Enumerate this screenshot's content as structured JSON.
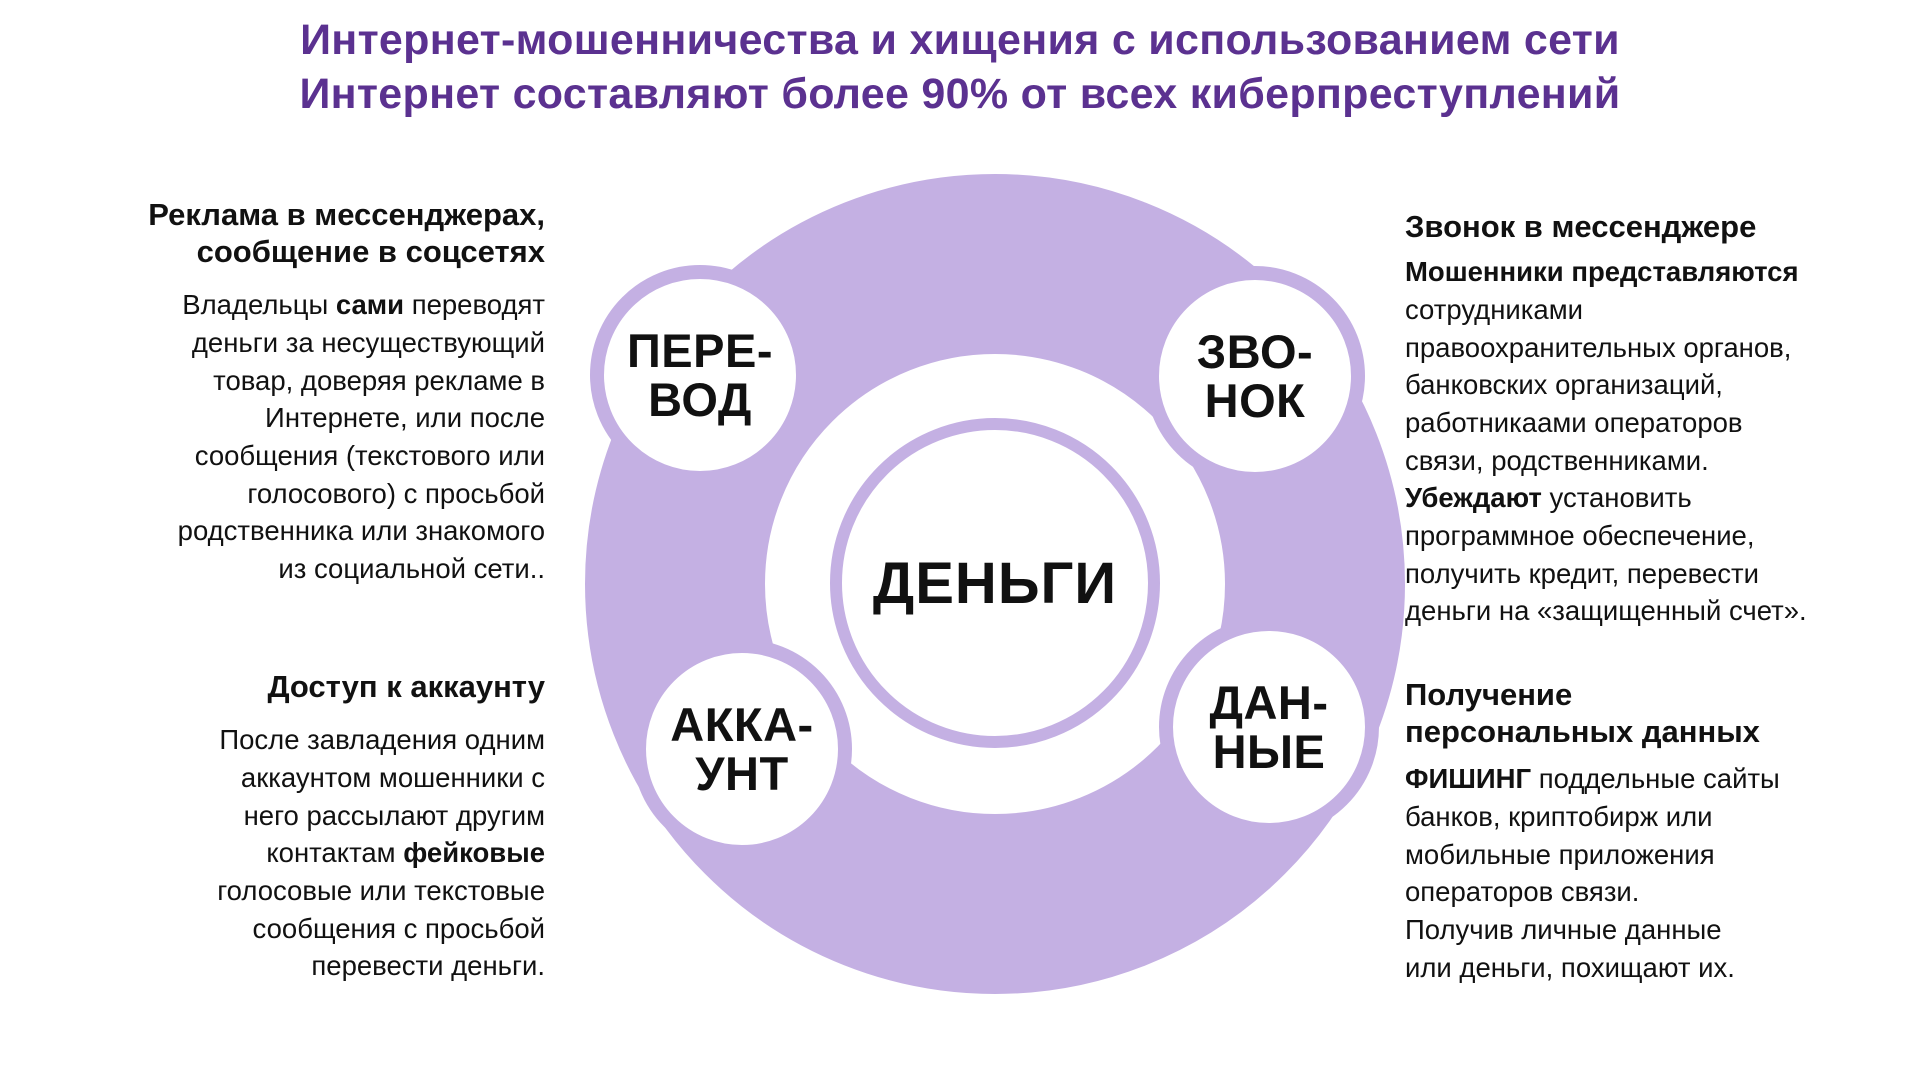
{
  "title": {
    "line1": "Интернет-мошенничества и хищения с использованием сети",
    "line2": "Интернет составляют более 90% от всех киберпреступлений"
  },
  "colors": {
    "title_purple": "#5b3190",
    "ring_lavender": "#c4b0e3",
    "text": "#111111"
  },
  "diagram": {
    "center_label": "ДЕНЬГИ",
    "nodes": {
      "transfer": {
        "label": "ПЕРЕ-\nВОД"
      },
      "call": {
        "label": "ЗВО-\nНОК"
      },
      "account": {
        "label": "АККА-\nУНТ"
      },
      "data": {
        "label": "ДАН-\nНЫЕ"
      }
    }
  },
  "sections": {
    "messenger_ads": {
      "heading": "Реклама в мессенджерах,\nсообщение в соцсетях",
      "body": [
        {
          "t": "Владельцы ",
          "b": false
        },
        {
          "t": "сами",
          "b": true
        },
        {
          "t": " переводят\nденьги за несуществующий\nтовар, доверяя рекламе в\nИнтернете, или после\nсообщения (текстового или\nголосового) с просьбой\nродственника или знакомого\nиз социальной сети..",
          "b": false
        }
      ]
    },
    "account_access": {
      "heading": "Доступ к аккаунту",
      "body": [
        {
          "t": "После завладения одним\nаккаунтом мошенники с\nнего рассылают другим\nконтактам ",
          "b": false
        },
        {
          "t": "фейковые",
          "b": true
        },
        {
          "t": "\nголосовые или текстовые\nсообщения с просьбой\nперевести деньги.",
          "b": false
        }
      ]
    },
    "messenger_call": {
      "heading": "Звонок в мессенджере",
      "body": [
        {
          "t": "Мошенники представляются",
          "b": true
        },
        {
          "t": "\nсотрудниками\nправоохранительных органов,\nбанковских организаций,\nработникаами операторов\nсвязи, родственниками.\n",
          "b": false
        },
        {
          "t": "Убеждают",
          "b": true
        },
        {
          "t": " установить\nпрограммное обеспечение,\nполучить кредит, перевести\nденьги на «защищенный счет».",
          "b": false
        }
      ]
    },
    "personal_data": {
      "heading": "Получение\nперсональных данных",
      "body": [
        {
          "t": "ФИШИНГ",
          "b": true
        },
        {
          "t": " поддельные сайты\nбанков, криптобирж или\nмобильные приложения\nоператоров связи.\nПолучив личные данные\nили деньги, похищают их.",
          "b": false
        }
      ]
    }
  }
}
